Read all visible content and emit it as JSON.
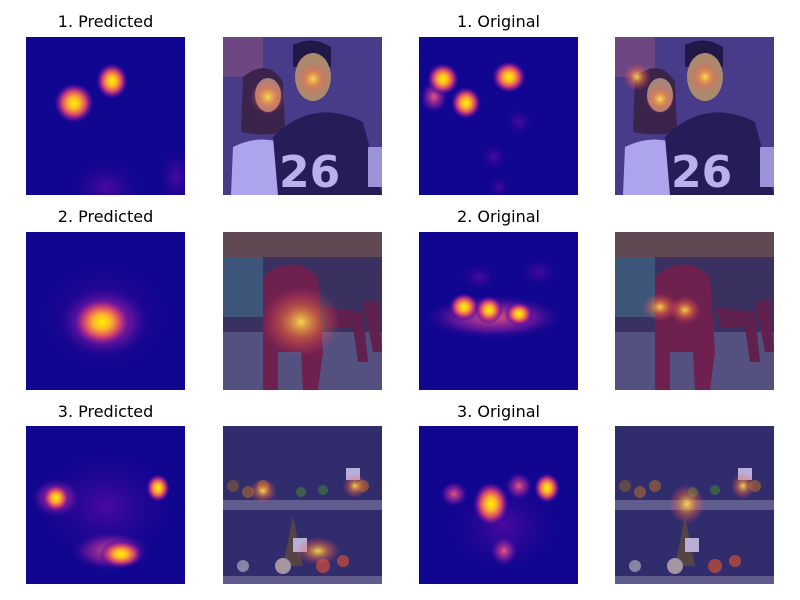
{
  "figure": {
    "rows": [
      {
        "predicted_title": "1. Predicted",
        "original_title": "1. Original",
        "scene": "couple-portrait",
        "predicted_map_desc": "saliency heatmap, two bright blobs on faces",
        "original_map_desc": "saliency heatmap, several blobs on faces",
        "overlay_desc": "photo of a man in a #26 jersey and a woman, with heatmap overlay",
        "jersey_number": "26"
      },
      {
        "predicted_title": "2. Predicted",
        "original_title": "2. Original",
        "scene": "chair-room",
        "predicted_map_desc": "saliency heatmap, single central blob",
        "original_map_desc": "saliency heatmap, horizontal row of blobs",
        "overlay_desc": "photo of red plastic chairs in a dim room, with heatmap overlay"
      },
      {
        "predicted_title": "3. Predicted",
        "original_title": "3. Original",
        "scene": "potted-plants",
        "predicted_map_desc": "saliency heatmap, diffuse blobs across shelf",
        "original_map_desc": "saliency heatmap, blobs on plants and sign",
        "overlay_desc": "photo of potted plants on shelves, with heatmap overlay"
      }
    ],
    "colors": {
      "heatmap_background": "#10068f",
      "heatmap_mid": "#b12a90",
      "heatmap_peak": "#fcd225",
      "overlay_tint": "#3b2fa0"
    }
  }
}
